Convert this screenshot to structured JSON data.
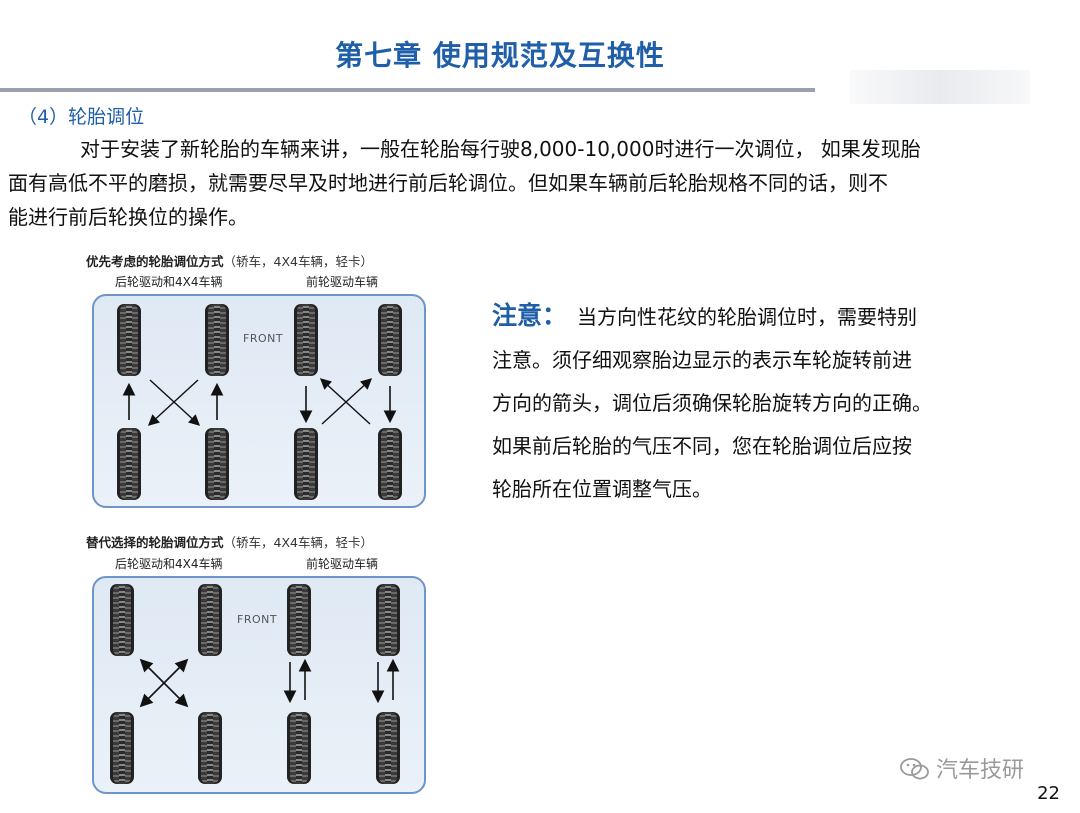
{
  "header": {
    "title": "第七章  使用规范及互换性"
  },
  "section": {
    "heading": "（4）轮胎调位"
  },
  "paragraph": {
    "lines": [
      "对于安装了新轮胎的车辆来讲，一般在轮胎每行驶8,000-10,000时进行一次调位，  如果发现胎",
      "面有高低不平的磨损，就需要尽早及时地进行前后轮调位。但如果车辆前后轮胎规格不同的话，则不",
      "能进行前后轮换位的操作。"
    ]
  },
  "note": {
    "label": "注意：",
    "lines": [
      "当方向性花纹的轮胎调位时，需要特别",
      "注意。须仔细观察胎边显示的表示车轮旋转前进",
      "方向的箭头，调位后须确保轮胎旋转方向的正确。",
      "如果前后轮胎的气压不同，您在轮胎调位后应按",
      "轮胎所在位置调整气压。"
    ]
  },
  "diagram1": {
    "title": "优先考虑的轮胎调位方式",
    "title_note": "（轿车，4X4车辆，轻卡）",
    "left_label": "后轮驱动和4X4车辆",
    "right_label": "前轮驱动车辆",
    "front_label": "FRONT"
  },
  "diagram2": {
    "title": "替代选择的轮胎调位方式",
    "title_note": "（轿车，4X4车辆，轻卡）",
    "left_label": "后轮驱动和4X4车辆",
    "right_label": "前轮驱动车辆",
    "front_label": "FRONT"
  },
  "watermark": {
    "text": "汽车技研"
  },
  "page": {
    "number": "22"
  },
  "colors": {
    "accent": "#1f5ea8",
    "panel_border": "#6f95c8",
    "rule": "#9aa3ad"
  }
}
